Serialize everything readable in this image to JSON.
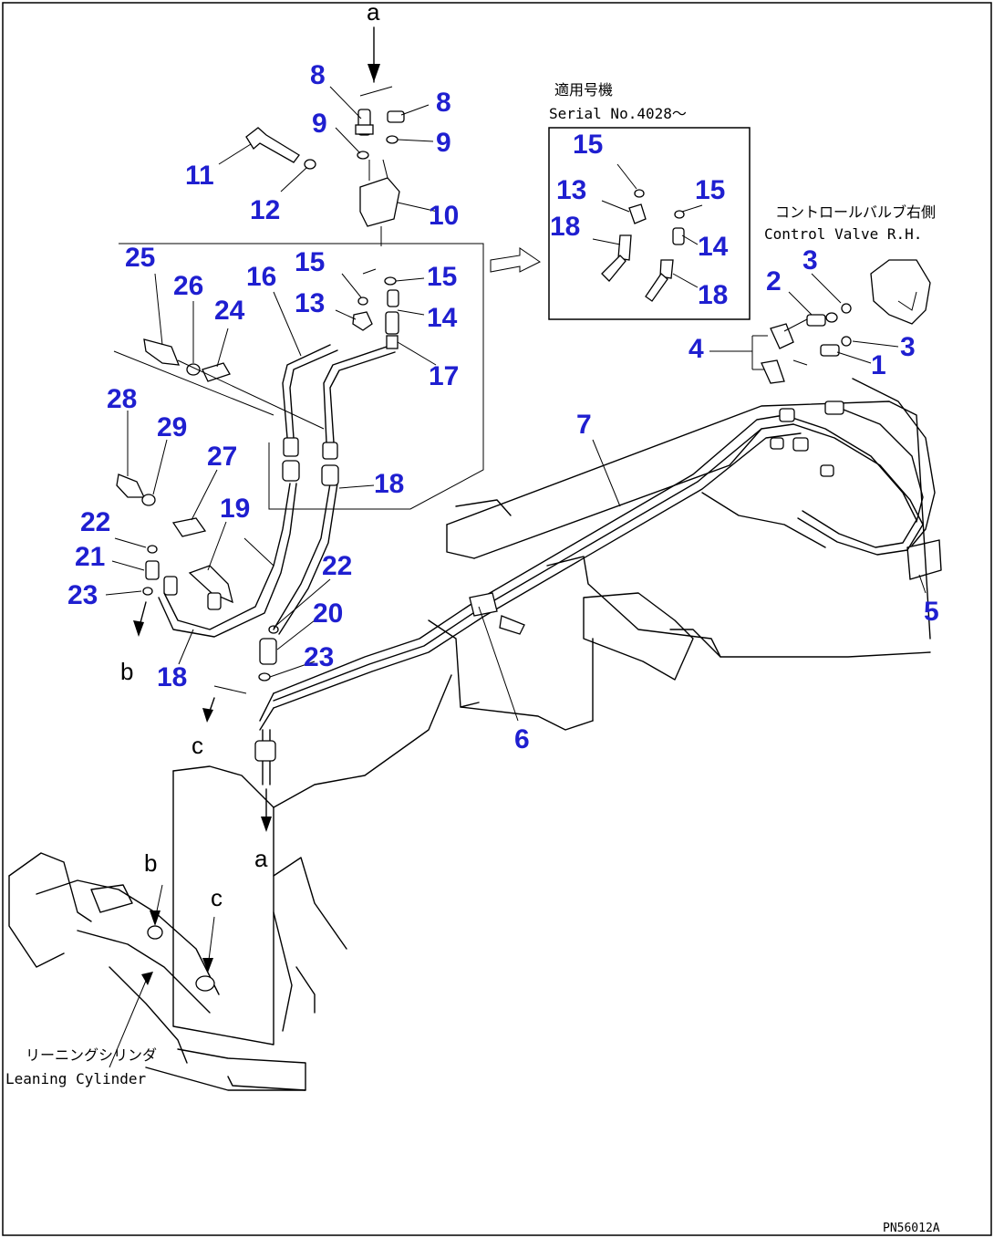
{
  "drawing_code": "PN56012A",
  "inset": {
    "title_jp": "適用号機",
    "title_en": "Serial No.4028～"
  },
  "notes": {
    "control_valve_jp": "コントロールバルブ右側",
    "control_valve_en": "Control Valve R.H.",
    "leaning_cylinder_jp": "リーニングシリンダ",
    "leaning_cylinder_en": "Leaning Cylinder"
  },
  "references": {
    "a": "a",
    "b": "b",
    "c": "c"
  },
  "callouts": {
    "p1": "1",
    "p2": "2",
    "p3a": "3",
    "p3b": "3",
    "p4": "4",
    "p5": "5",
    "p6": "6",
    "p7": "7",
    "p8a": "8",
    "p8b": "8",
    "p9a": "9",
    "p9b": "9",
    "p10": "10",
    "p11": "11",
    "p12": "12",
    "p13": "13",
    "p13i": "13",
    "p14": "14",
    "p14i": "14",
    "p15a": "15",
    "p15b": "15",
    "p15i1": "15",
    "p15i2": "15",
    "p16": "16",
    "p17": "17",
    "p18a": "18",
    "p18b": "18",
    "p18i1": "18",
    "p18i2": "18",
    "p19": "19",
    "p20": "20",
    "p21": "21",
    "p22a": "22",
    "p22b": "22",
    "p23a": "23",
    "p23b": "23",
    "p24": "24",
    "p25": "25",
    "p26": "26",
    "p27": "27",
    "p28": "28",
    "p29": "29"
  },
  "colors": {
    "callout": "#1f1fd0",
    "line": "#000000",
    "background": "#ffffff"
  }
}
